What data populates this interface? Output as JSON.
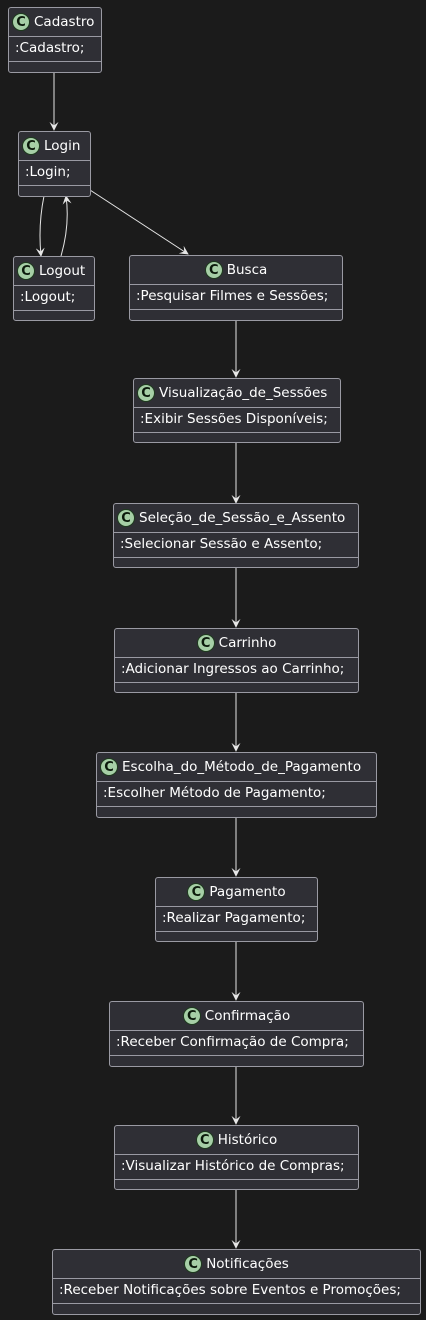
{
  "classes": [
    {
      "id": "cadastro",
      "name": "Cadastro",
      "attr": ":Cadastro;"
    },
    {
      "id": "login",
      "name": "Login",
      "attr": ":Login;"
    },
    {
      "id": "logout",
      "name": "Logout",
      "attr": ":Logout;"
    },
    {
      "id": "busca",
      "name": "Busca",
      "attr": ":Pesquisar Filmes e Sessões;"
    },
    {
      "id": "visualizacao",
      "name": "Visualização_de_Sessões",
      "attr": ":Exibir Sessões Disponíveis;"
    },
    {
      "id": "selecao",
      "name": "Seleção_de_Sessão_e_Assento",
      "attr": ":Selecionar Sessão e Assento;"
    },
    {
      "id": "carrinho",
      "name": "Carrinho",
      "attr": ":Adicionar Ingressos ao Carrinho;"
    },
    {
      "id": "escolha",
      "name": "Escolha_do_Método_de_Pagamento",
      "attr": ":Escolher Método de Pagamento;"
    },
    {
      "id": "pagamento",
      "name": "Pagamento",
      "attr": ":Realizar Pagamento;"
    },
    {
      "id": "confirmacao",
      "name": "Confirmação",
      "attr": ":Receber Confirmação de Compra;"
    },
    {
      "id": "historico",
      "name": "Histórico",
      "attr": ":Visualizar Histórico de Compras;"
    },
    {
      "id": "notificacoes",
      "name": "Notificações",
      "attr": ":Receber Notificações sobre Eventos e Promoções;"
    }
  ],
  "icon_letter": "C",
  "colors": {
    "background": "#1b1b1b",
    "box": "#2f2f35",
    "border": "#9a9aa3",
    "icon": "#a6cfa6",
    "edge": "#e6e6e6"
  }
}
